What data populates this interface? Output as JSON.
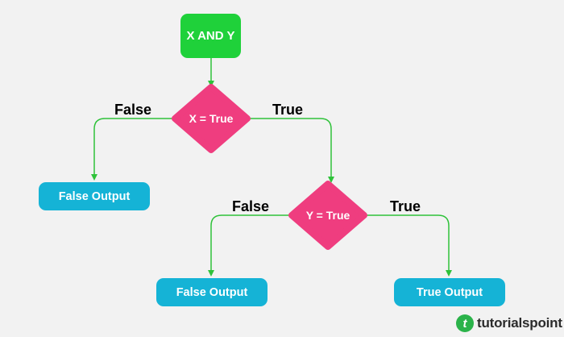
{
  "diagram": {
    "start": {
      "label": "X AND Y"
    },
    "decisions": [
      {
        "label": "X = True"
      },
      {
        "label": "Y = True"
      }
    ],
    "outputs": [
      {
        "label": "False Output"
      },
      {
        "label": "False Output"
      },
      {
        "label": "True Output"
      }
    ],
    "branch_labels": [
      "False",
      "True",
      "False",
      "True"
    ]
  },
  "colors": {
    "start": "#1fd13a",
    "decision": "#ef3d7f",
    "output": "#15b3d6",
    "connector": "#2fc23a",
    "background": "#f2f2f2"
  },
  "logo": {
    "mark": "t",
    "text": "tutorialspoint"
  }
}
